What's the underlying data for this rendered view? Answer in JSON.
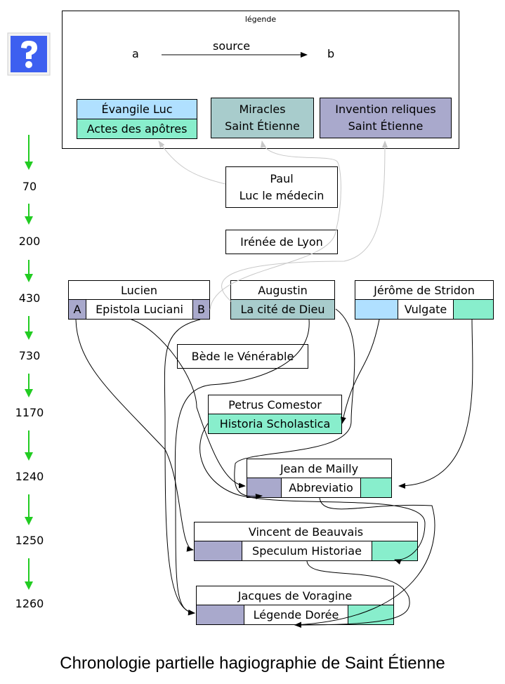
{
  "legend": {
    "title": "légende",
    "node_a": "a",
    "node_b": "b",
    "edge_label": "source",
    "luc_top": "Évangile Luc",
    "luc_bottom": "Actes des apôtres",
    "miracles_line1": "Miracles",
    "miracles_line2": "Saint Étienne",
    "invention_line1": "Invention reliques",
    "invention_line2": "Saint Étienne"
  },
  "colors": {
    "blue": "#b0e0ff",
    "green": "#88eecc",
    "teal": "#a8cccc",
    "lavender": "#a9a9cc",
    "arrow_green": "#22cc22",
    "edge_gray": "#c8c8c8"
  },
  "timeline": [
    "70",
    "200",
    "430",
    "730",
    "1170",
    "1240",
    "1250",
    "1260"
  ],
  "nodes": {
    "paul_line1": "Paul",
    "paul_line2": "Luc le médecin",
    "irenee": "Irénée de Lyon",
    "lucien": "Lucien",
    "lucien_a": "A",
    "lucien_work": "Epistola Luciani",
    "lucien_b": "B",
    "augustin": "Augustin",
    "augustin_work": "La cité de Dieu",
    "jerome": "Jérôme de Stridon",
    "jerome_work": "Vulgate",
    "bede": "Bède le Vénérable",
    "petrus": "Petrus Comestor",
    "petrus_work": "Historia Scholastica",
    "jean": "Jean de Mailly",
    "jean_work": "Abbreviatio",
    "vincent": "Vincent de Beauvais",
    "vincent_work": "Speculum Historiae",
    "jacques": "Jacques de Voragine",
    "jacques_work": "Légende Dorée"
  },
  "caption": "Chronologie partielle hagiographie de Saint Étienne"
}
